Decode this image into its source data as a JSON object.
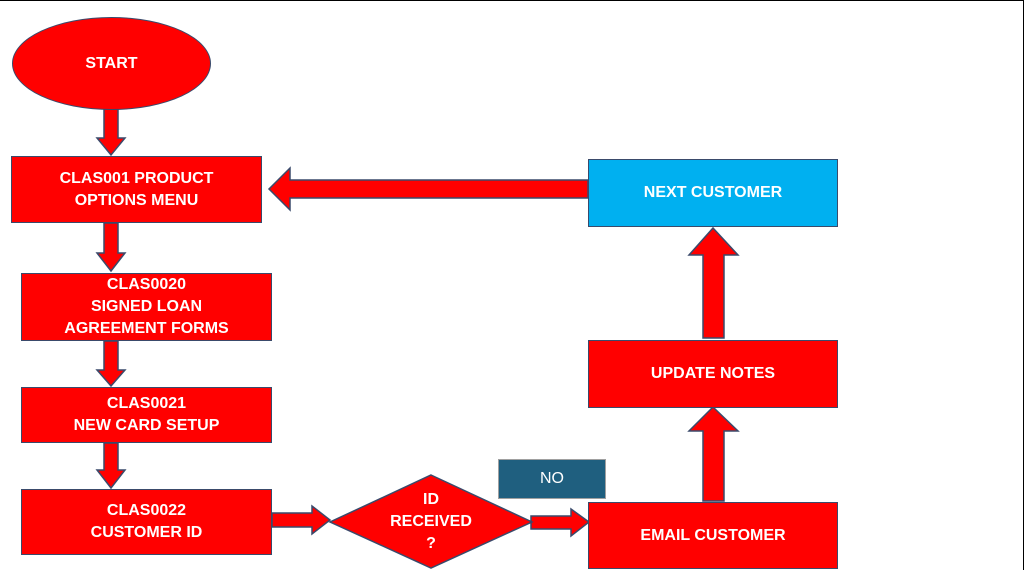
{
  "diagram": {
    "start": "START",
    "product_menu": [
      "CLAS001 PRODUCT",
      "OPTIONS MENU"
    ],
    "signed_loan": [
      "CLAS0020",
      "SIGNED LOAN",
      "AGREEMENT FORMS"
    ],
    "new_card": [
      "CLAS0021",
      "NEW CARD SETUP"
    ],
    "customer_id": [
      "CLAS0022",
      "CUSTOMER ID"
    ],
    "id_received": [
      "ID",
      "RECEIVED",
      "?"
    ],
    "no_label": "NO",
    "email_customer": "EMAIL CUSTOMER",
    "update_notes": "UPDATE NOTES",
    "next_customer": "NEXT CUSTOMER"
  },
  "colors": {
    "node_fill": "#ff0000",
    "node_border": "#3a4a6b",
    "next_customer_fill": "#00b0f0",
    "no_label_fill": "#1f5f7f"
  }
}
